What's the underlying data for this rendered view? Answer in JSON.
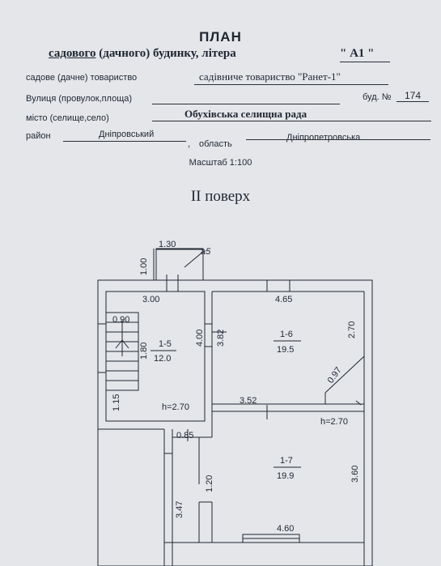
{
  "header": {
    "title": "ПЛАН",
    "subtitle_prefix": "садового",
    "subtitle_middle": " (дачного) будинку, літера",
    "litera": "\" А1 \""
  },
  "fields": {
    "society_label": "садове (дачне) товариство",
    "society_value": "садівниче товариство \"Ранет-1\"",
    "street_label": "Вулиця (провулок,площа)",
    "building_label": "буд. №",
    "building_value": "174",
    "city_label": "місто (селище,село)",
    "city_value": "Обухівська селищна рада",
    "district_label": "район",
    "district_value": "Дніпровський",
    "region_label": "область",
    "region_value": "Дніпропетровська",
    "comma": ","
  },
  "scale": "Масштаб 1:100",
  "floor_title": "II поверх",
  "plan": {
    "dimensions": {
      "porch_width": "1.30",
      "porch_depth": "1.00",
      "porch_label": "а5",
      "room5_width": "3.00",
      "room5_height": "4.00",
      "stair_width": "0.90",
      "stair_length": "1.80",
      "stair_bottom": "1.15",
      "room5_h": "h=2.70",
      "room6_width": "4.65",
      "room6_left": "3.82",
      "room6_right": "2.70",
      "room6_diag": "0.97",
      "room6_bottom": "3.52",
      "room67_h": "h=2.70",
      "room7_notch": "0.85",
      "room7_left_upper": "1.20",
      "room7_left_lower": "3.47",
      "room7_right": "3.60",
      "room7_width": "4.60"
    },
    "rooms": {
      "r5_number": "1-5",
      "r5_area": "12.0",
      "r6_number": "1-6",
      "r6_area": "19.5",
      "r7_number": "1-7",
      "r7_area": "19.9"
    }
  }
}
